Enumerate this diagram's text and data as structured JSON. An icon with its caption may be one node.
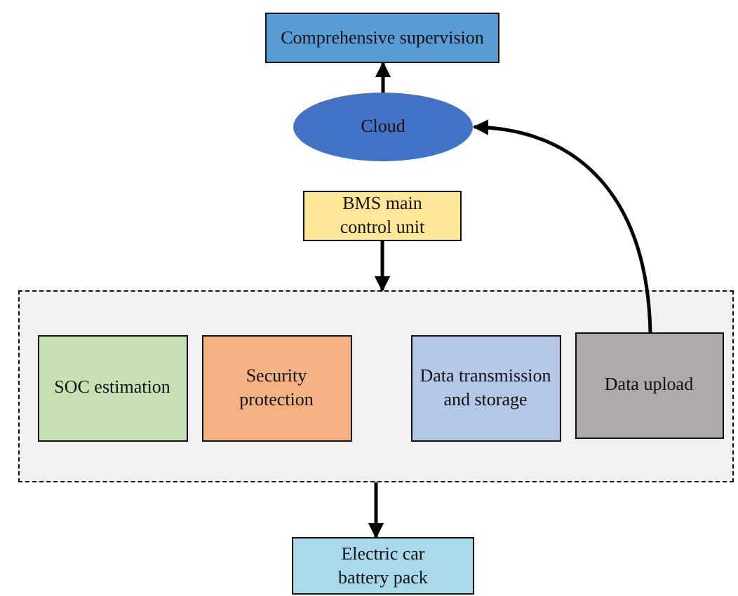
{
  "diagram": {
    "nodes": [
      {
        "text": [
          "Comprehensive supervision"
        ]
      },
      {
        "text": [
          "Cloud"
        ]
      },
      {
        "text": [
          "BMS main control unit"
        ]
      },
      {
        "text": [],
        "shape": "box"
      },
      {
        "text": [
          "SOC estimation"
        ],
        "in": 3
      },
      {
        "text": [
          "Security protection"
        ],
        "in": 3
      },
      {
        "text": [
          "Data transmission and storage"
        ],
        "in": 3
      },
      {
        "text": [
          "Data upload"
        ],
        "in": 3
      },
      {
        "text": [
          "Electric car battery pack"
        ]
      }
    ],
    "edges": [
      {
        "from": 1,
        "to": 0,
        "arrow": "to"
      },
      {
        "from": 2,
        "to": 3,
        "arrow": "to"
      },
      {
        "from": 7,
        "to": 1,
        "arrow": "to"
      },
      {
        "from": 3,
        "to": 8,
        "arrow": "to"
      }
    ]
  }
}
